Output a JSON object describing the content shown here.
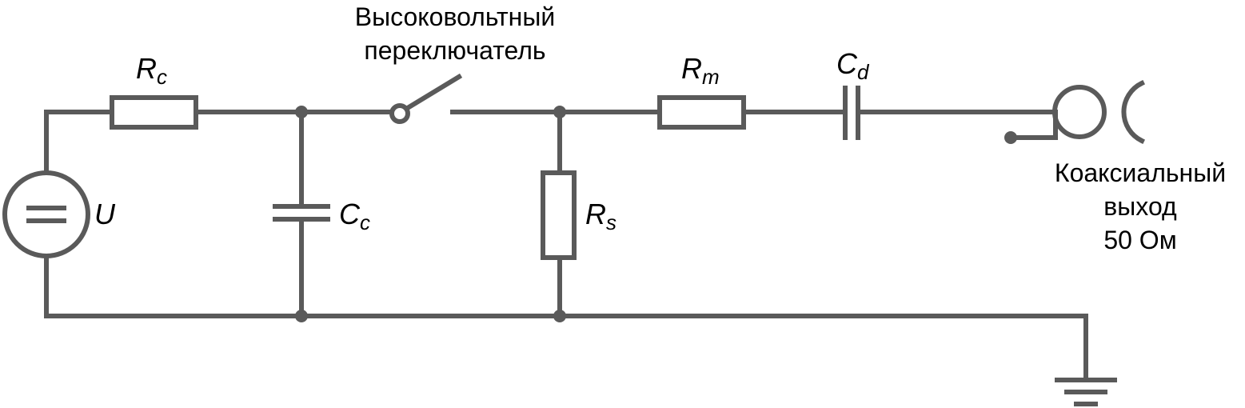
{
  "labels": {
    "source": "U",
    "rc": {
      "main": "R",
      "sub": "c"
    },
    "cc": {
      "main": "C",
      "sub": "c"
    },
    "rs": {
      "main": "R",
      "sub": "s"
    },
    "rm": {
      "main": "R",
      "sub": "m"
    },
    "cd": {
      "main": "C",
      "sub": "d"
    }
  },
  "switch_label": [
    "Высоковольтный",
    "переключатель"
  ],
  "output_label": [
    "Коаксиальный",
    "выход",
    "50 Ом"
  ],
  "colors": {
    "wire": "#5a5a5a",
    "text": "#000000",
    "background": "#ffffff"
  }
}
